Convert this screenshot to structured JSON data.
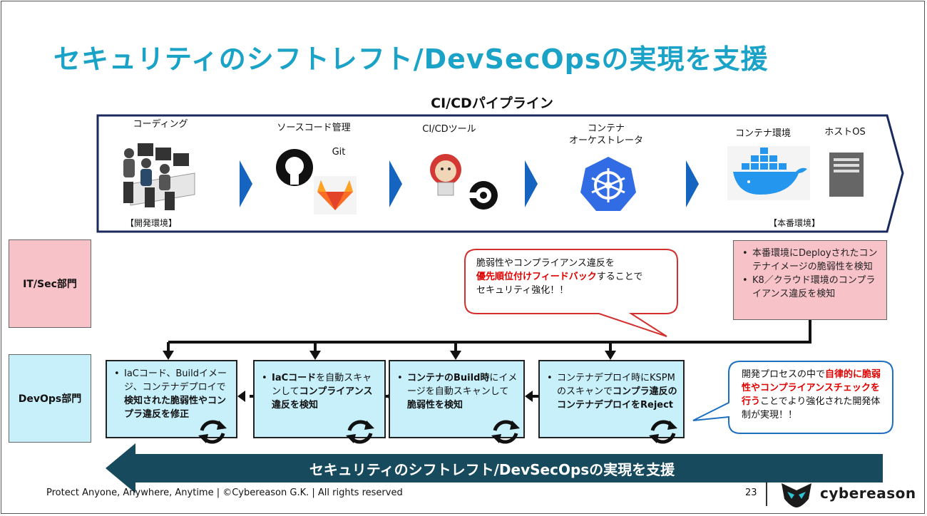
{
  "title": "セキュリティのシフトレフト/DevSecOpsの実現を支援",
  "pipeline": {
    "title": "CI/CDパイプライン",
    "stages": [
      {
        "label": "コーディング",
        "icon": "developers-icon"
      },
      {
        "label": "ソースコード管理",
        "sublabel": "Git",
        "icon": "github-gitlab-icon"
      },
      {
        "label": "CI/CDツール",
        "icon": "jenkins-circleci-icon"
      },
      {
        "label1": "コンテナ",
        "label2": "オーケストレータ",
        "icon": "kubernetes-icon"
      },
      {
        "label": "コンテナ環境",
        "icon": "docker-icon"
      },
      {
        "label": "ホストOS",
        "icon": "server-icon"
      }
    ],
    "env_dev": "【開発環境】",
    "env_prod": "【本番環境】"
  },
  "departments": {
    "itsec": "IT/Sec部門",
    "devops": "DevOps部門"
  },
  "itsec_box": {
    "item1": "本番環境にDeployされたコンテナイメージの脆弱性を検知",
    "item2": "K8／クラウド環境のコンプライアンス違反を検知"
  },
  "callout_red": {
    "line1": "脆弱性やコンプライアンス違反を",
    "line2_bold": "優先順位付けフィードバック",
    "line2_rest": "することで",
    "line3": "セキュリティ強化！！"
  },
  "devops_boxes": {
    "box1": {
      "a": "IaCコード、Buildイメージ、コンテナデプロイで",
      "b": "検知された脆弱性やコンプラ違反を修正"
    },
    "box2": {
      "a": "IaCコード",
      "b": "を自動スキャンして",
      "c": "コンプライアンス違反を検知"
    },
    "box3": {
      "a": "コンテナのBuild時",
      "b": "にイメージを自動スキャンして",
      "c": "脆弱性を検知"
    },
    "box4": {
      "a": "コンテナデプロイ時にKSPMのスキャンで",
      "b": "コンプラ違反のコンテナデプロイをReject"
    }
  },
  "callout_blue": {
    "pre": "開発プロセスの中で",
    "red": "自律的に脆弱性やコンプライアンスチェックを行う",
    "post": "ことでより強化された開発体制が実現！！"
  },
  "banner": "セキュリティのシフトレフト/DevSecOpsの実現を支援",
  "footer": "Protect Anyone, Anywhere, Anytime | ©Cybereason G.K. | All rights reserved",
  "page_number": "23",
  "brand": "cybereason",
  "colors": {
    "title": "#1aa3c7",
    "pipeline_border": "#1a2a5e",
    "chevron": "#1565c0",
    "itsec_pink": "#f7c2c8",
    "devops_blue": "#c7f0fb",
    "banner": "#174a5c",
    "alert_red": "#e00000",
    "callout_blue_border": "#1f6fc0"
  }
}
